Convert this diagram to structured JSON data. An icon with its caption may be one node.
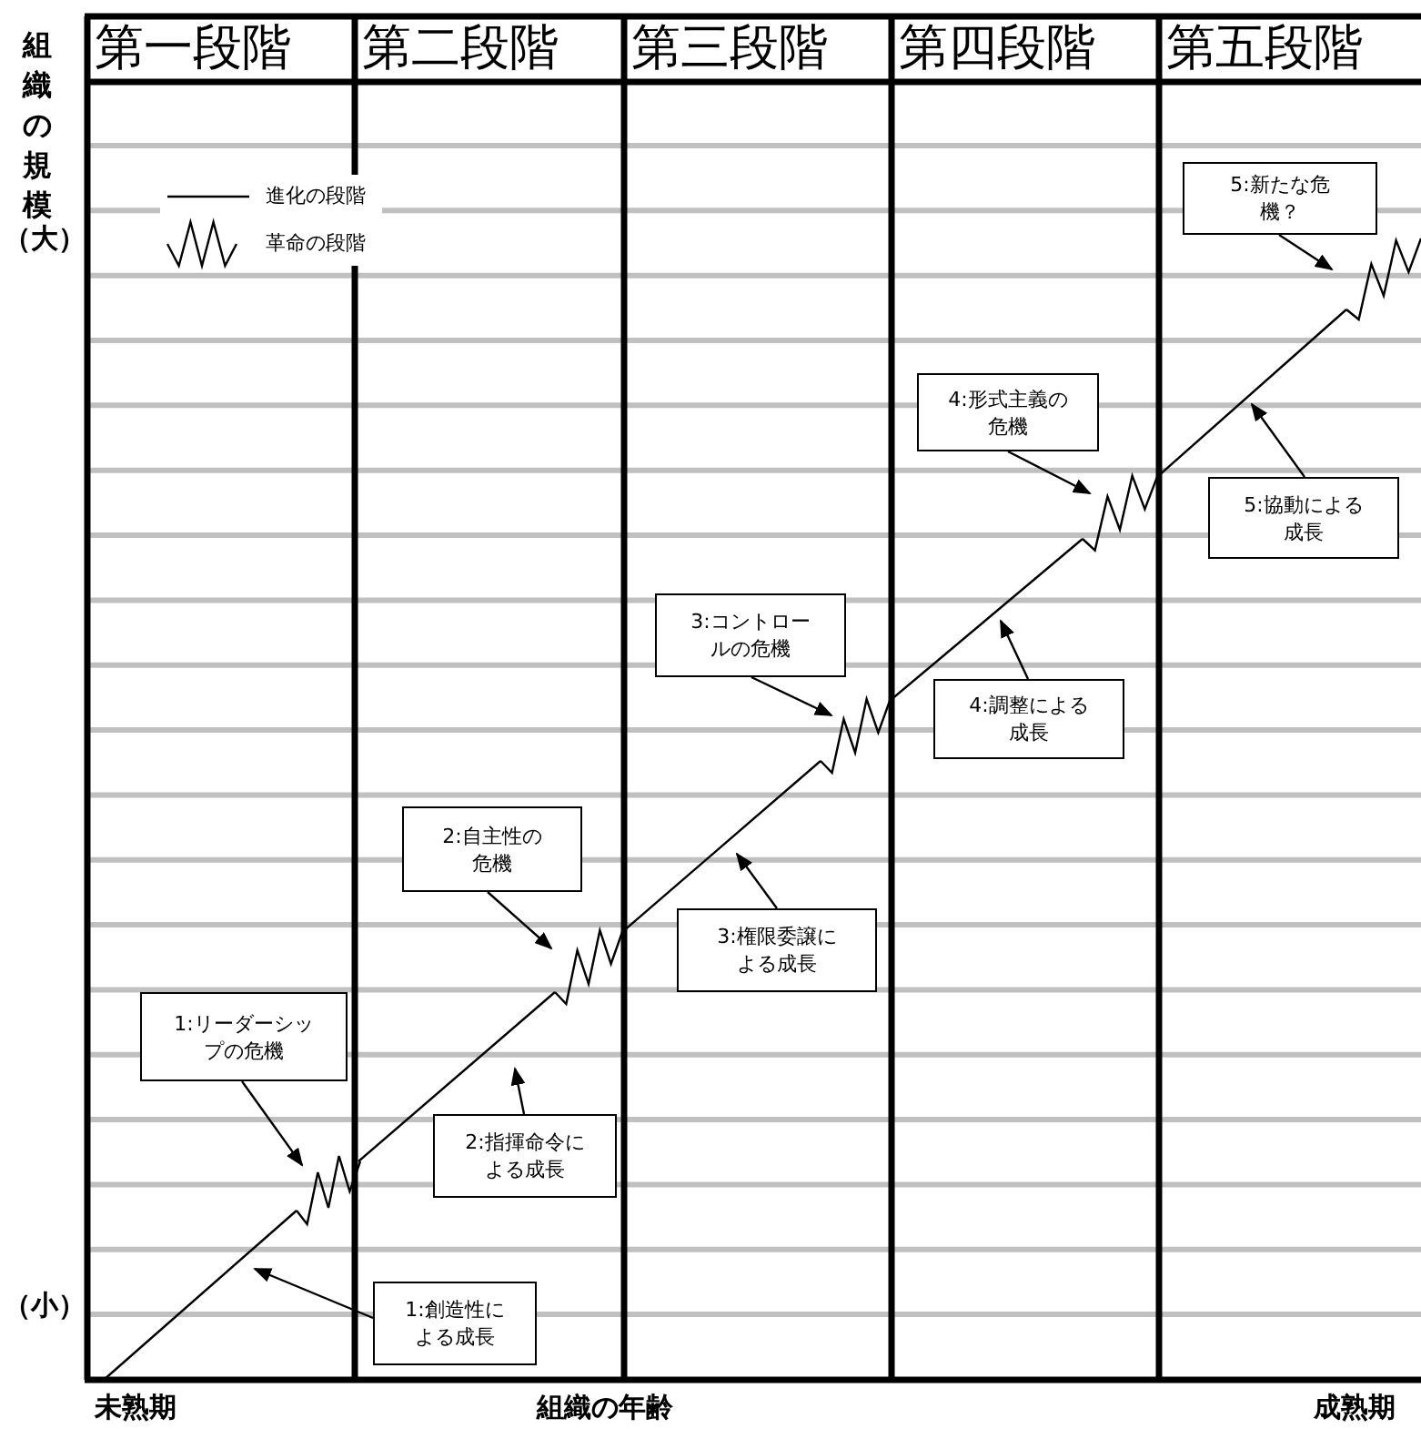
{
  "diagram": {
    "nodes": [
      {
        "text": [
          "1:リーダーシップの危機"
        ]
      },
      {
        "text": [
          "1:創造性による成長"
        ]
      },
      {
        "text": [
          "2:自主性の危機"
        ]
      },
      {
        "text": [
          "2:指揮命令による成長"
        ]
      },
      {
        "text": [
          "3:コントロールの危機"
        ]
      },
      {
        "text": [
          "3:権限委譲による成長"
        ]
      },
      {
        "text": [
          "4:形式主義の危機"
        ]
      },
      {
        "text": [
          "4:調整による成長"
        ]
      },
      {
        "text": [
          "5:新たな危機？"
        ]
      },
      {
        "text": [
          "5:協動による成長"
        ]
      }
    ],
    "edges": [
      {
        "from": 0,
        "to": null,
        "arrow": "to"
      },
      {
        "from": 1,
        "to": null,
        "arrow": "to"
      },
      {
        "from": 2,
        "to": null,
        "arrow": "to"
      },
      {
        "from": 3,
        "to": null,
        "arrow": "to"
      },
      {
        "from": 4,
        "to": null,
        "arrow": "to"
      },
      {
        "from": 5,
        "to": null,
        "arrow": "to"
      },
      {
        "from": 6,
        "to": null,
        "arrow": "to"
      },
      {
        "from": 7,
        "to": null,
        "arrow": "to"
      },
      {
        "from": 8,
        "to": null,
        "arrow": "to"
      },
      {
        "from": 9,
        "to": null,
        "arrow": "to"
      }
    ],
    "labels": [
      "組織の規模",
      "第一段階",
      "第二段階",
      "第三段階",
      "第四段階",
      "第五段階",
      "（大）",
      "（小）",
      "未熟期",
      "組織の年齢",
      "成熟期"
    ],
    "legend": [
      {
        "text": "進化の段階"
      },
      {
        "text": "革命の段階"
      }
    ]
  }
}
